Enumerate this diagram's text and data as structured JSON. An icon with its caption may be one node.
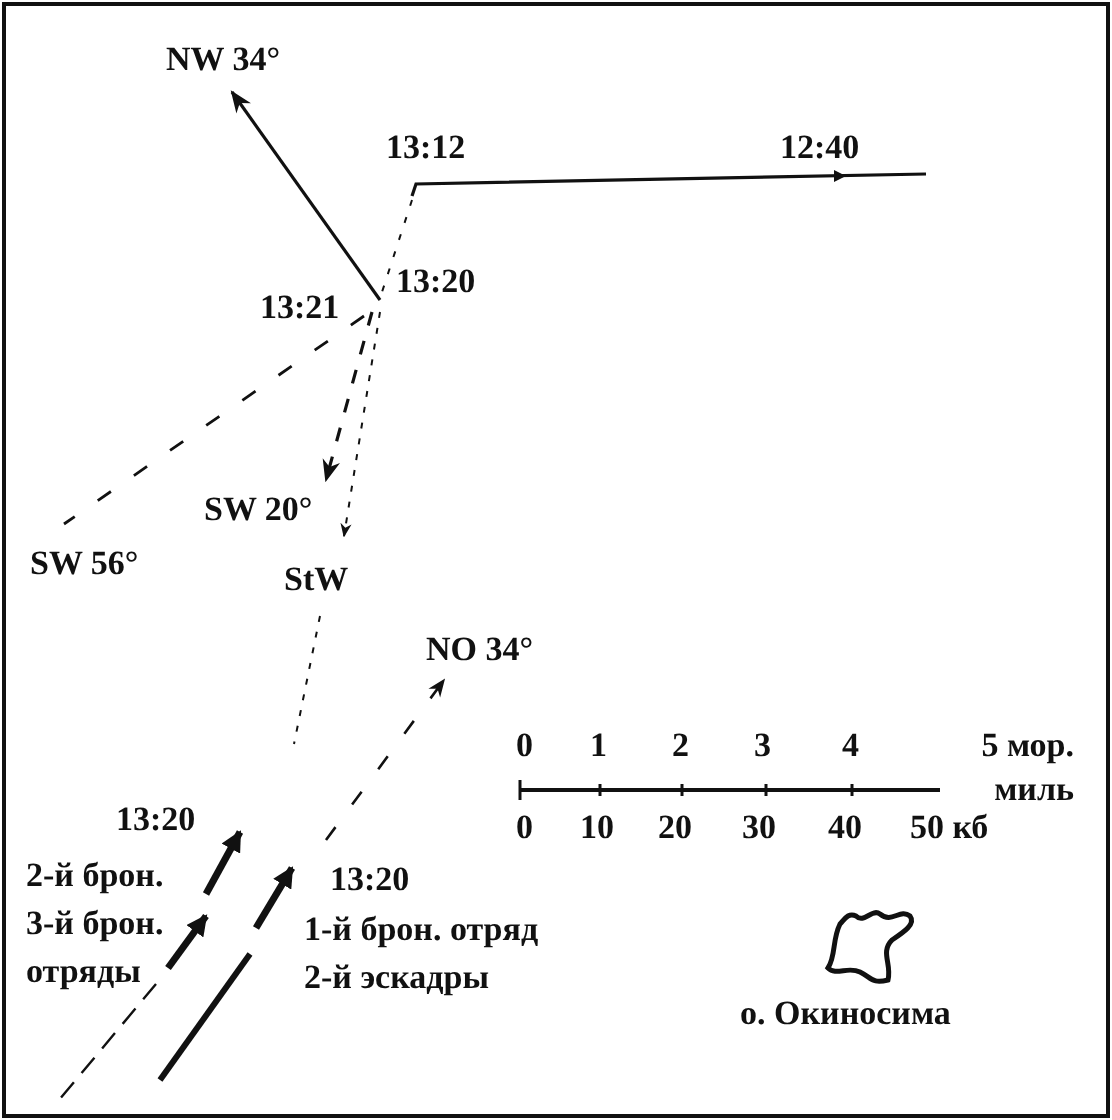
{
  "diagram": {
    "labels": [
      "NW 34°",
      "13:12",
      "12:40",
      "13:20",
      "13:21",
      "SW 20°",
      "SW 56°",
      "StW",
      "NO 34°",
      "0",
      "1",
      "2",
      "3",
      "4",
      "5 мор. миль",
      "13:20",
      "0",
      "10",
      "20",
      "30",
      "40",
      "50 кб",
      "2-й брон. 3-й брон. отряды",
      "13:20",
      "1-й брон. отряд 2-й эскадры",
      "о. Окиносима"
    ]
  }
}
